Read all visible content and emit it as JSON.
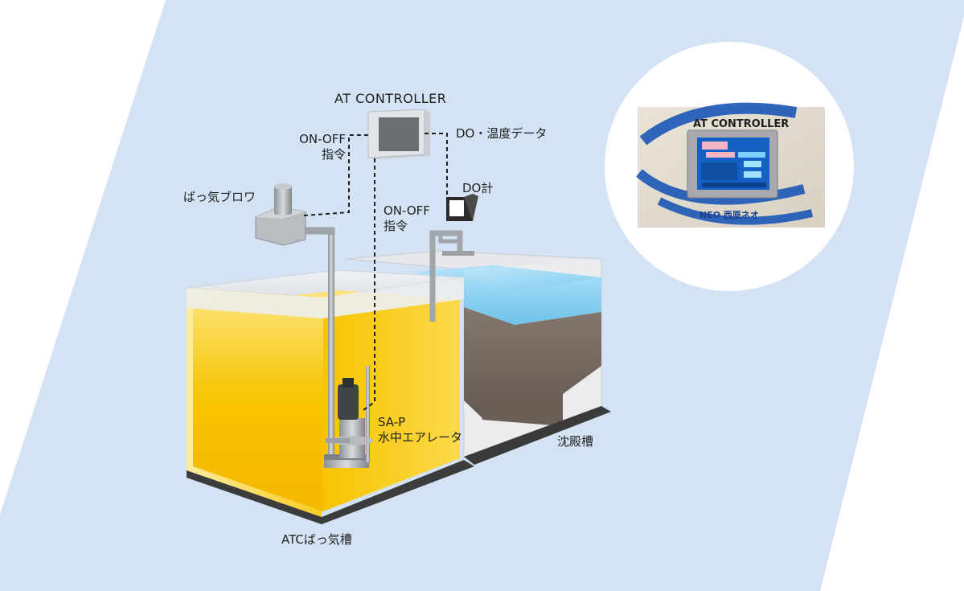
{
  "labels": {
    "controller_title": "AT CONTROLLER",
    "onoff_cmd_1": [
      "ON-OFF",
      "指令"
    ],
    "do_temp_data": "DO・温度データ",
    "blower": "ばっ気ブロワ",
    "do_meter": "DO計",
    "onoff_cmd_2": [
      "ON-OFF",
      "指令"
    ],
    "aerator": [
      "SA-P",
      "水中エアレータ"
    ],
    "sedimentation_tank": "沈殿槽",
    "aeration_tank": "ATCばっ気槽"
  },
  "photo": {
    "panel_title": "AT CONTROLLER",
    "logo_text": "NEO 西原ネオ"
  },
  "colors": {
    "band": "#d3e3f4",
    "aeration_water": "#f7c400",
    "clear_water": "#6dc7ef",
    "sludge": "#5b4a40",
    "equipment": "#9ea3a8",
    "dashed_line": "#1d1d1d",
    "panel_blue": "#1a56b6"
  }
}
